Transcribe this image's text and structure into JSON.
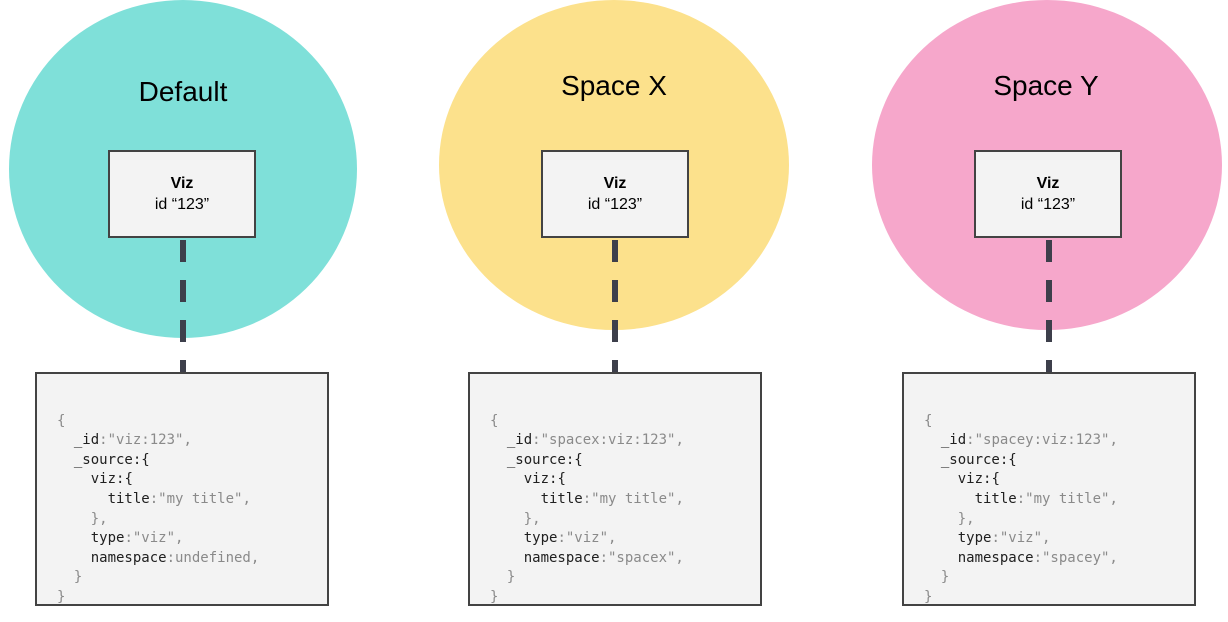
{
  "spaces": [
    {
      "title": "Default",
      "color": "#7fe0d9",
      "viz_title": "Viz",
      "viz_id": "id “123”",
      "doc": {
        "open": "{",
        "id_key": "_id",
        "id_value": ":\"viz:123\",",
        "source_key": "_source",
        "source_open": ":{",
        "viz_key": "viz",
        "viz_open": ":{",
        "title_key": "title",
        "title_value": ":\"my title\",",
        "viz_close": "},",
        "type_key": "type",
        "type_value": ":\"viz\",",
        "namespace_key": "namespace",
        "namespace_value": ":undefined,",
        "source_close": "}",
        "close": "}"
      }
    },
    {
      "title": "Space X",
      "color": "#fce18c",
      "viz_title": "Viz",
      "viz_id": "id “123”",
      "doc": {
        "open": "{",
        "id_key": "_id",
        "id_value": ":\"spacex:viz:123\",",
        "source_key": "_source",
        "source_open": ":{",
        "viz_key": "viz",
        "viz_open": ":{",
        "title_key": "title",
        "title_value": ":\"my title\",",
        "viz_close": "},",
        "type_key": "type",
        "type_value": ":\"viz\",",
        "namespace_key": "namespace",
        "namespace_value": ":\"spacex\",",
        "source_close": "}",
        "close": "}"
      }
    },
    {
      "title": "Space Y",
      "color": "#f6a7cb",
      "viz_title": "Viz",
      "viz_id": "id “123”",
      "doc": {
        "open": "{",
        "id_key": "_id",
        "id_value": ":\"spacey:viz:123\",",
        "source_key": "_source",
        "source_open": ":{",
        "viz_key": "viz",
        "viz_open": ":{",
        "title_key": "title",
        "title_value": ":\"my title\",",
        "viz_close": "},",
        "type_key": "type",
        "type_value": ":\"viz\",",
        "namespace_key": "namespace",
        "namespace_value": ":\"spacey\",",
        "source_close": "}",
        "close": "}"
      }
    }
  ]
}
